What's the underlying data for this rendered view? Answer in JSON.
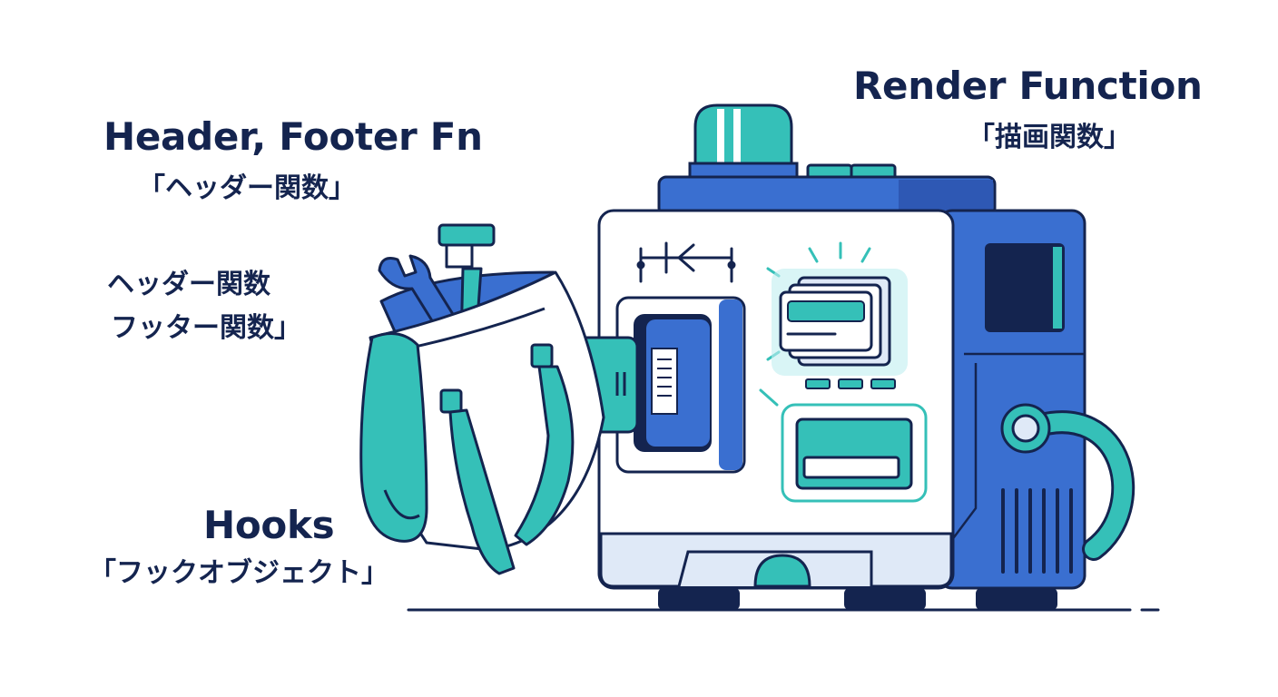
{
  "labels": {
    "render_title": "Render Function",
    "render_sub": "「描画関数」",
    "header_title": "Header, Footer Fn",
    "header_sub": "「ヘッダー関数」",
    "header_line1": "ヘッダー関数",
    "footer_line2": "フッター関数」",
    "hooks_title": "Hooks",
    "hooks_sub": "「フックオブジェクト」"
  },
  "colors": {
    "navy": "#14244f",
    "blue": "#3a6fd0",
    "teal": "#35c0b8",
    "light": "#dfe9f7"
  },
  "icons": [
    "wrench-icon",
    "tool-bag-icon",
    "render-machine-icon",
    "hose-icon",
    "display-screen-icon"
  ]
}
